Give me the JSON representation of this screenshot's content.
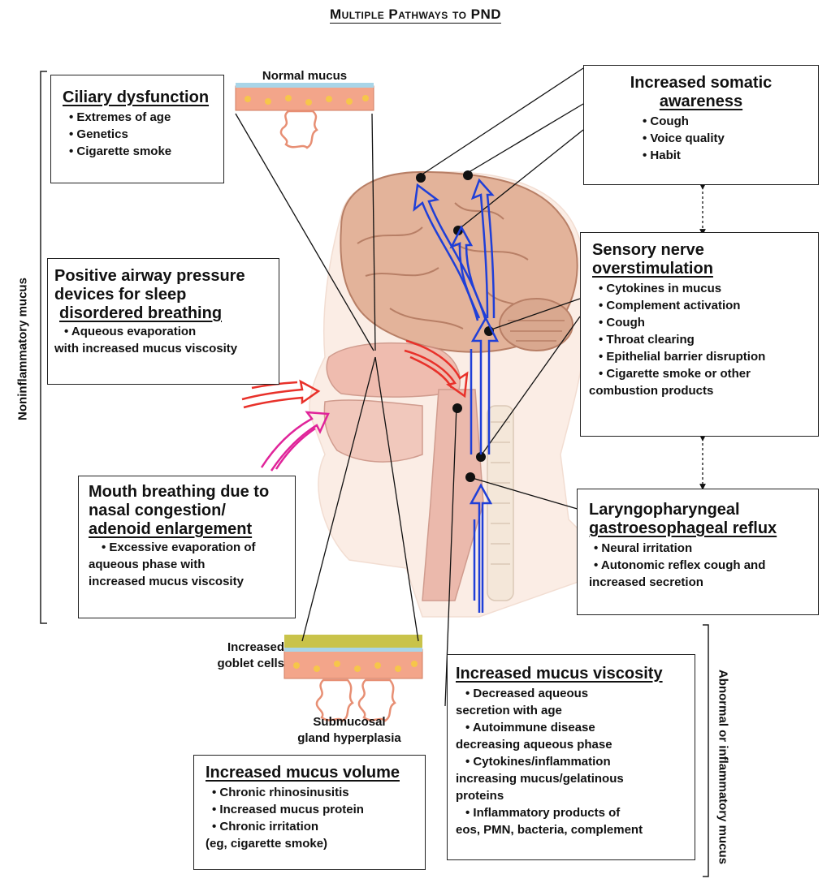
{
  "title": "Multiple Pathways to PND",
  "side_labels": {
    "left": "Noninflammatory mucus",
    "right": "Abnormal or inflammatory mucus"
  },
  "image_labels": {
    "normal_mucus": "Normal mucus",
    "goblet_line1": "Increased",
    "goblet_line2": "goblet cells",
    "submucosal_line1": "Submucosal",
    "submucosal_line2": "gland hyperplasia"
  },
  "boxes": {
    "ciliary": {
      "heading": "Ciliary dysfunction",
      "items": [
        "• Extremes of age",
        "• Genetics",
        "• Cigarette smoke"
      ]
    },
    "pap": {
      "heading_lines": [
        "Positive airway pressure",
        "devices for sleep",
        "disordered breathing"
      ],
      "items": [
        "• Aqueous evaporation",
        "with increased mucus viscosity"
      ]
    },
    "mouth": {
      "heading_lines": [
        "Mouth breathing due to",
        "nasal congestion/",
        "adenoid enlargement"
      ],
      "items": [
        "• Excessive evaporation of",
        "aqueous phase with",
        "increased mucus viscosity"
      ]
    },
    "somatic": {
      "heading_lines": [
        "Increased somatic",
        "awareness"
      ],
      "items": [
        "• Cough",
        "• Voice quality",
        "• Habit"
      ]
    },
    "sensory": {
      "heading_lines": [
        "Sensory nerve",
        "overstimulation"
      ],
      "items": [
        "• Cytokines in mucus",
        "• Complement activation",
        "• Cough",
        "• Throat clearing",
        "• Epithelial barrier disruption",
        "• Cigarette smoke or other",
        "combustion products"
      ]
    },
    "reflux": {
      "heading_lines": [
        "Laryngopharyngeal",
        "gastroesophageal reflux"
      ],
      "items": [
        "• Neural irritation",
        "• Autonomic reflex cough and",
        "increased secretion"
      ]
    },
    "viscosity": {
      "heading": "Increased mucus viscosity",
      "items": [
        "• Decreased aqueous",
        "secretion with age",
        "• Autoimmune disease",
        "decreasing aqueous phase",
        "• Cytokines/inflammation",
        "increasing mucus/gelatinous",
        "proteins",
        "• Inflammatory products of",
        "eos, PMN, bacteria, complement"
      ]
    },
    "volume": {
      "heading": "Increased mucus volume",
      "items": [
        "• Chronic rhinosinusitis",
        "• Increased mucus protein",
        "• Chronic irritation",
        "(eg, cigarette smoke)"
      ]
    }
  },
  "colors": {
    "red_arrow": "#e8312a",
    "magenta_arrow": "#e0249a",
    "blue_arrow": "#1f3fd8",
    "brain": "#e5b39a",
    "skin": "#f6dccc",
    "mucus_yellow": "#c9c34a",
    "cell_pink": "#f3a58a"
  }
}
